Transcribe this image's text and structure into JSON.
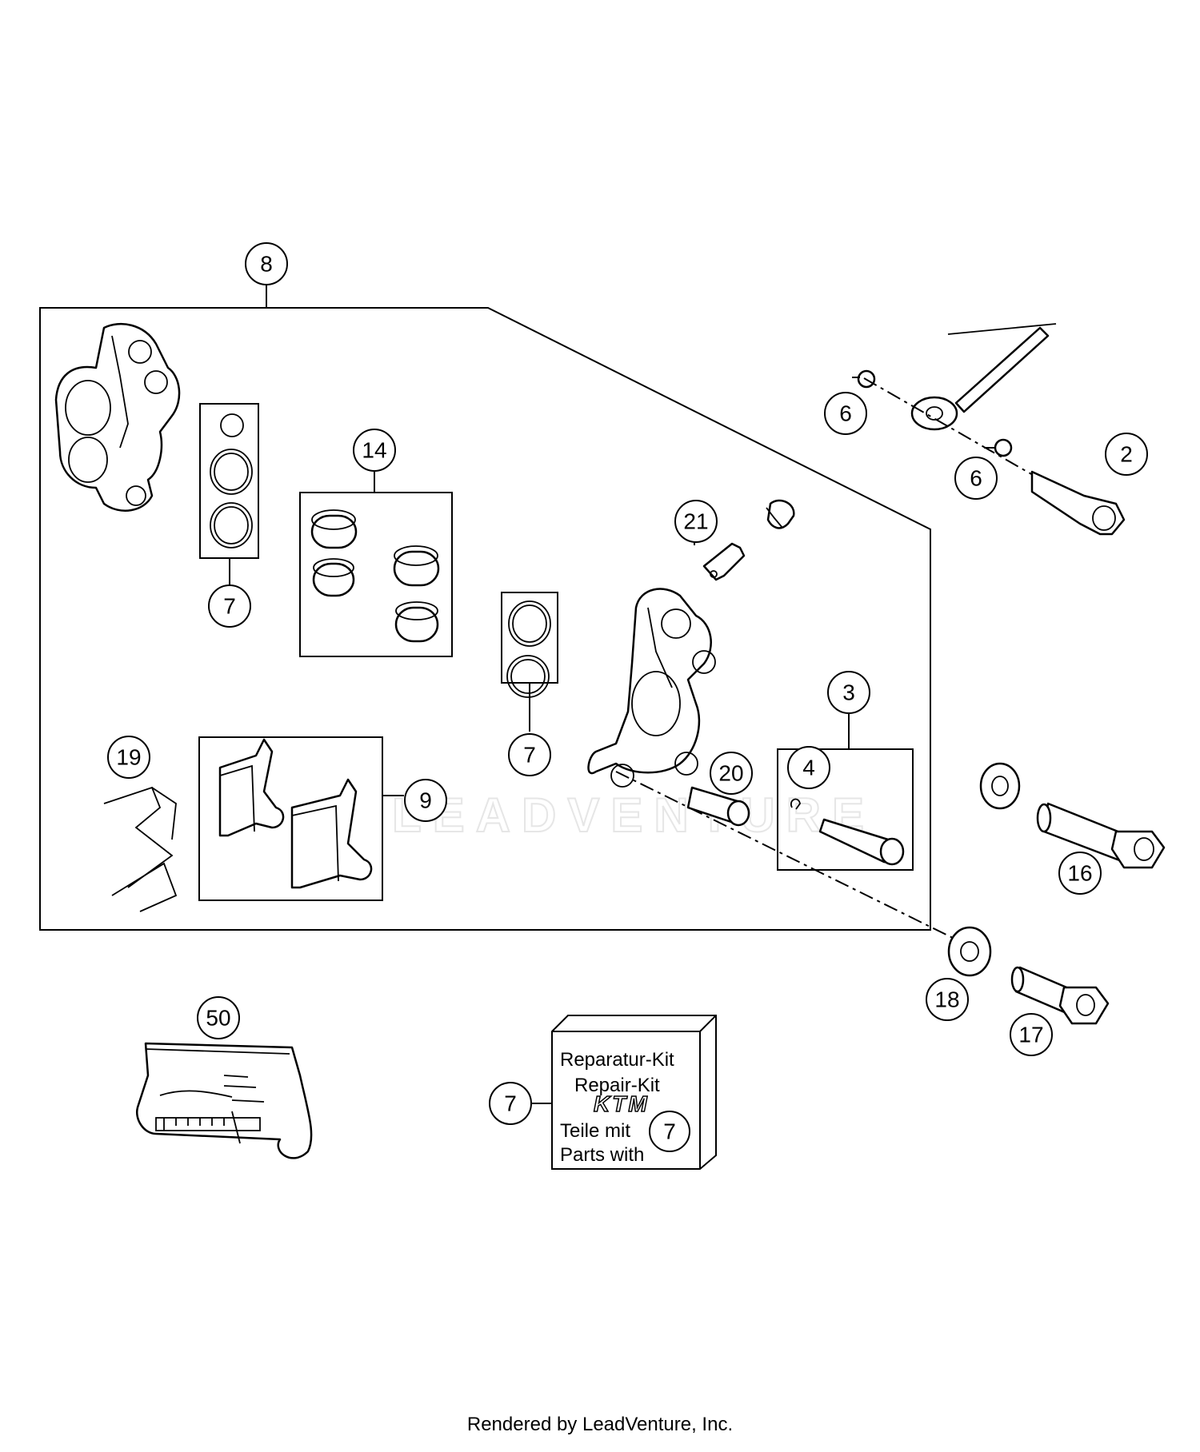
{
  "callouts": {
    "c8": "8",
    "c14": "14",
    "c7a": "7",
    "c7b": "7",
    "c7c": "7",
    "c7d": "7",
    "c21": "21",
    "c6a": "6",
    "c6b": "6",
    "c2": "2",
    "c3": "3",
    "c4": "4",
    "c20": "20",
    "c19": "19",
    "c9": "9",
    "c16": "16",
    "c18": "18",
    "c17": "17",
    "c50": "50"
  },
  "repair_kit": {
    "line1": "Reparatur-Kit",
    "line2": "Repair-Kit",
    "line3": "Teile mit",
    "line4": "Parts with",
    "logo": "KTM"
  },
  "watermark": "LEADVENTURE",
  "footer": "Rendered by LeadVenture, Inc."
}
